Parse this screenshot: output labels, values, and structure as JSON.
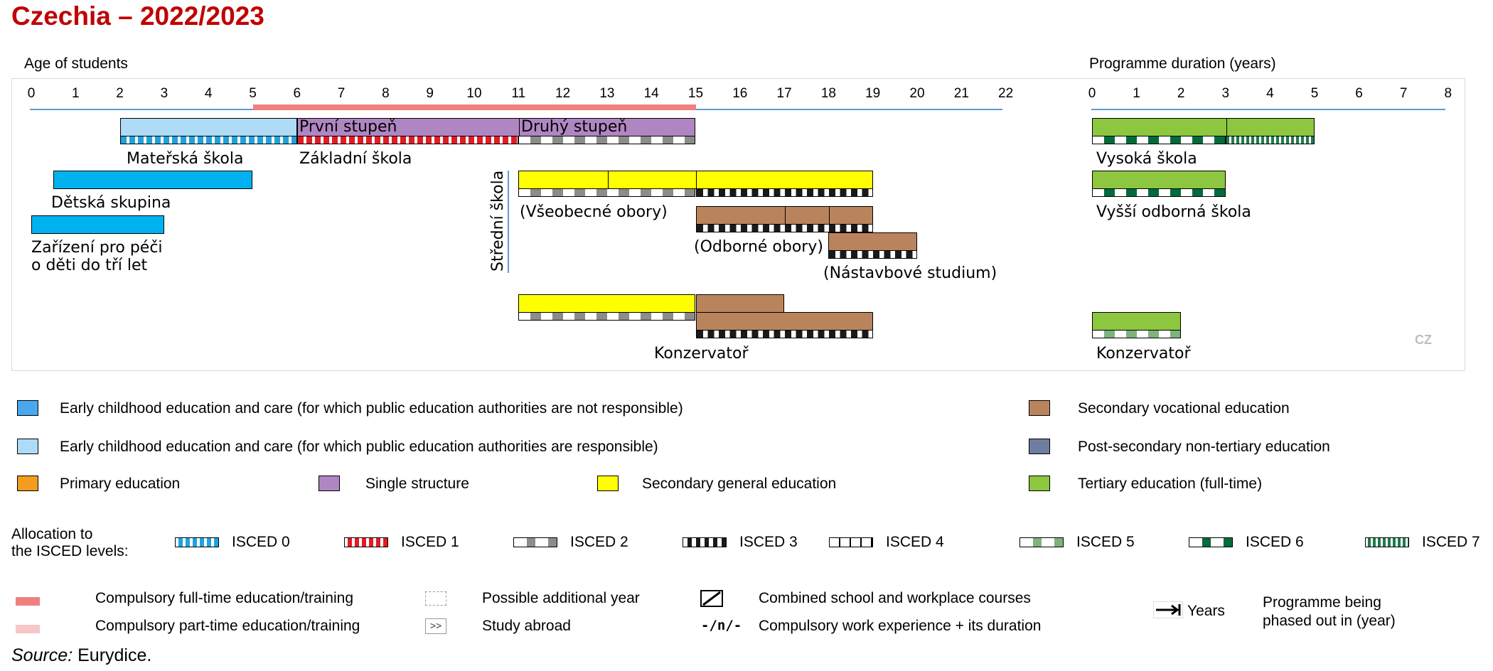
{
  "title": "Czechia – 2022/2023",
  "colors": {
    "ecec_not_resp": "#4aa8f0",
    "ecec_resp": "#aedcf7",
    "primary": "#f39c1f",
    "single": "#b086c2",
    "sec_general": "#ffff00",
    "sec_vocational": "#b9845c",
    "post_secondary": "#6f7ea0",
    "tertiary": "#8dc63f",
    "compulsory_ft": "#f08080",
    "compulsory_pt": "#f7c7c7",
    "isced0": "#1ea3dc",
    "isced1": "#e31b23",
    "isced2": "#8c8c8c",
    "isced3": "#1a1a1a",
    "isced4": "#ffffff",
    "isced5": "#7fb27f",
    "isced6": "#006b3c",
    "isced7": "#1f7a4d",
    "ecec_bar": "#00b3f0"
  },
  "age_axis": {
    "label": "Age of students",
    "ticks": [
      "0",
      "1",
      "2",
      "3",
      "4",
      "5",
      "6",
      "7",
      "8",
      "9",
      "10",
      "11",
      "12",
      "13",
      "14",
      "15",
      "16",
      "17",
      "18",
      "19",
      "20",
      "21",
      "22"
    ]
  },
  "duration_axis": {
    "label": "Programme duration (years)",
    "ticks": [
      "0",
      "1",
      "2",
      "3",
      "4",
      "5",
      "6",
      "7",
      "8"
    ]
  },
  "compulsory": {
    "from": 5,
    "to": 15
  },
  "programmes": {
    "materska": "Mateřská škola",
    "zakladni": "Základní škola",
    "prvni": "První stupeň",
    "druhy": "Druhý stupeň",
    "detska": "Dětská skupina",
    "zarizeni_1": "Zařízení pro péči",
    "zarizeni_2": "o děti do tří let",
    "stredni": "Střední škola",
    "vseobecne": "(Všeobecné obory)",
    "odborne": "(Odborné obory)",
    "nastavbove": "(Nástavbové studium)",
    "konzervator": "Konzervatoř",
    "vysoka": "Vysoká škola",
    "vyssi": "Vyšší odborná škola",
    "konzervator_tert": "Konzervatoř",
    "country_code": "CZ"
  },
  "legend": {
    "ecec_not_resp": "Early childhood education and care (for which public education authorities are not responsible)",
    "ecec_resp": "Early childhood education and care (for which public education authorities are responsible)",
    "primary": "Primary education",
    "single": "Single structure",
    "sec_general": "Secondary general education",
    "sec_vocational": "Secondary vocational education",
    "post_secondary": "Post-secondary non-tertiary education",
    "tertiary": "Tertiary education (full-time)"
  },
  "isced": {
    "heading_1": "Allocation to",
    "heading_2": "the ISCED levels:",
    "levels": [
      "ISCED 0",
      "ISCED 1",
      "ISCED 2",
      "ISCED 3",
      "ISCED 4",
      "ISCED 5",
      "ISCED 6",
      "ISCED 7"
    ]
  },
  "notes": {
    "compulsory_ft": "Compulsory full-time education/training",
    "compulsory_pt": "Compulsory part-time education/training",
    "additional_year": "Possible additional year",
    "study_abroad": "Study abroad",
    "study_abroad_symbol": ">>",
    "combined": "Combined school and workplace courses",
    "work_exp": "Compulsory work experience + its duration",
    "work_exp_symbol": "-/n/-",
    "years": "Years",
    "phased_out_1": "Programme being",
    "phased_out_2": "phased out in (year)"
  },
  "source_label": "Source:",
  "source_value": " Eurydice."
}
